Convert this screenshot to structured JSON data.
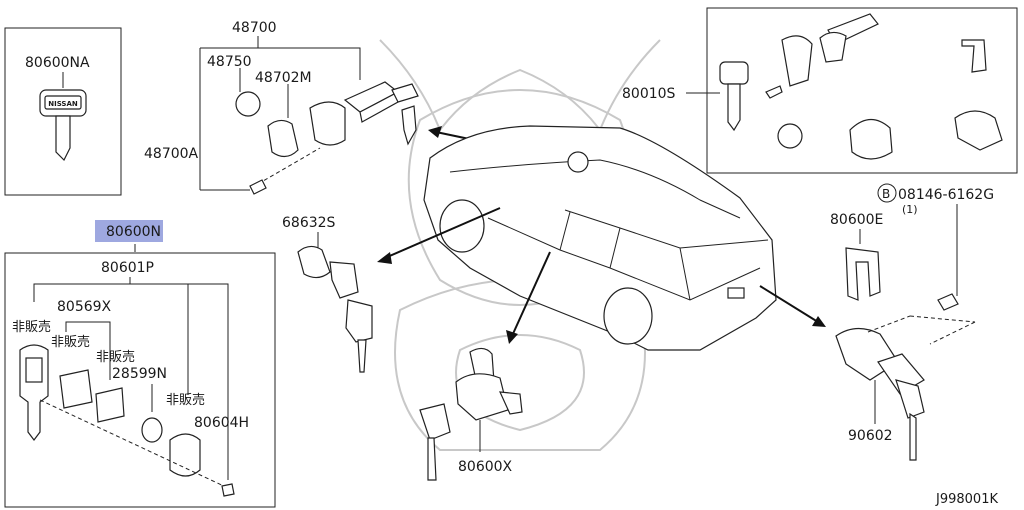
{
  "callouts": {
    "p80600NA": "80600NA",
    "p48700": "48700",
    "p48750": "48750",
    "p48702M": "48702M",
    "p48700A": "48700A",
    "p80010S": "80010S",
    "p08146": "08146-6162G",
    "b_circle": "B",
    "qty": "(1)",
    "p68632S": "68632S",
    "p80600E": "80600E",
    "p80600N": "80600N",
    "p80601P": "80601P",
    "p80569X": "80569X",
    "p28599N": "28599N",
    "p80604H": "80604H",
    "nfs1": "非販売",
    "nfs2": "非販売",
    "nfs3": "非販売",
    "nfs4": "非販売",
    "p80600X": "80600X",
    "p90602": "90602",
    "diagram_id": "J998001K"
  },
  "key_logo": "NISSAN",
  "colors": {
    "highlight": "#9ea8e0",
    "line": "#222222",
    "watermark": "#c8c8c8"
  }
}
